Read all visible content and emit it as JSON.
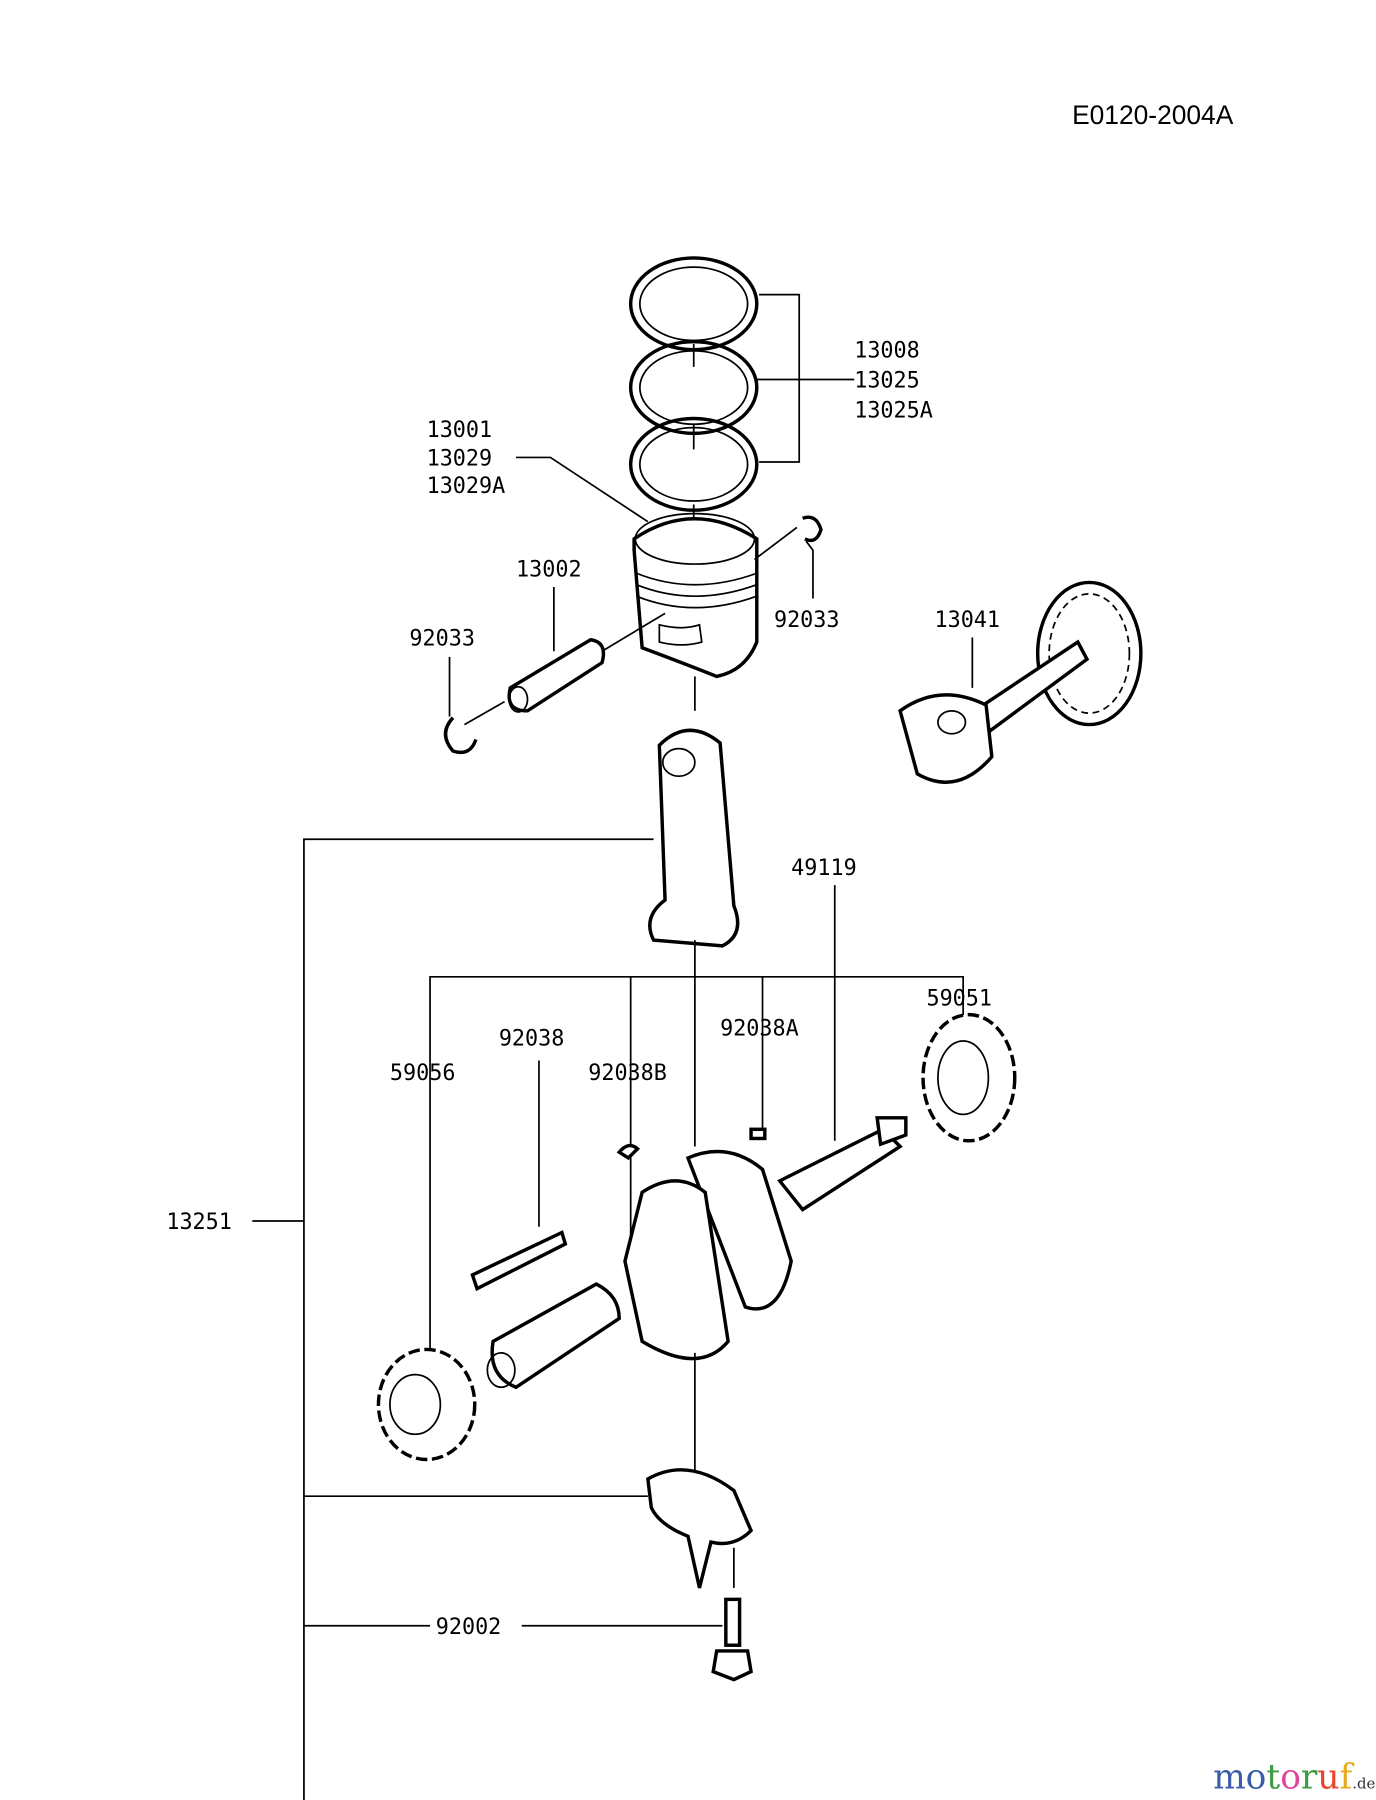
{
  "diagram_code": "E0120-2004A",
  "callouts": {
    "rings": [
      "13008",
      "13025",
      "13025A"
    ],
    "piston": [
      "13001",
      "13029",
      "13029A"
    ],
    "piston_pin": "13002",
    "circlip_right": "92033",
    "circlip_left": "92033",
    "balancer": "13041",
    "crank_key_shaft": "49119",
    "gear_right": "59051",
    "key_92038": "92038",
    "key_92038A": "92038A",
    "gear_left": "59056",
    "key_92038B": "92038B",
    "con_rod": "13251",
    "bolt": "92002"
  },
  "watermark": {
    "name": "motoruf",
    "suffix": ".de",
    "letters": [
      "m",
      "o",
      "t",
      "o",
      "r",
      "u",
      "f"
    ],
    "colors": [
      "#3b5bab",
      "#3b5bab",
      "#3f9b3f",
      "#e0479a",
      "#3f9b3f",
      "#e8442c",
      "#e8a91c"
    ],
    "suffix_color": "#333333"
  }
}
